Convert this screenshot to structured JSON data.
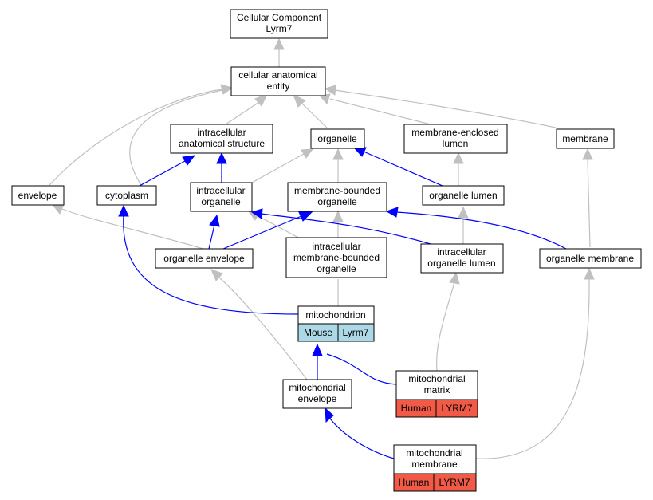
{
  "colors": {
    "gray_edge": "#c0c0c0",
    "blue_edge": "#0000ff",
    "mouse_cell": "#add8e6",
    "human_cell": "#f05a46"
  },
  "nodes": {
    "cellular_component": [
      "Cellular Component",
      "Lyrm7"
    ],
    "cellular_anatomical_entity": [
      "cellular anatomical",
      "entity"
    ],
    "intracellular_anatomical_structure": [
      "intracellular",
      "anatomical structure"
    ],
    "organelle": [
      "organelle"
    ],
    "membrane_enclosed_lumen": [
      "membrane-enclosed",
      "lumen"
    ],
    "membrane": [
      "membrane"
    ],
    "envelope": [
      "envelope"
    ],
    "cytoplasm": [
      "cytoplasm"
    ],
    "intracellular_organelle": [
      "intracellular",
      "organelle"
    ],
    "membrane_bounded_organelle": [
      "membrane-bounded",
      "organelle"
    ],
    "organelle_lumen": [
      "organelle lumen"
    ],
    "organelle_envelope": [
      "organelle envelope"
    ],
    "intracellular_membrane_bounded_organelle": [
      "intracellular",
      "membrane-bounded",
      "organelle"
    ],
    "intracellular_organelle_lumen": [
      "intracellular",
      "organelle lumen"
    ],
    "organelle_membrane": [
      "organelle membrane"
    ],
    "mitochondrion": {
      "label": [
        "mitochondrion"
      ],
      "species": "Mouse",
      "gene": "Lyrm7"
    },
    "mitochondrial_envelope": [
      "mitochondrial",
      "envelope"
    ],
    "mitochondrial_matrix": {
      "label": [
        "mitochondrial",
        "matrix"
      ],
      "species": "Human",
      "gene": "LYRM7"
    },
    "mitochondrial_membrane": {
      "label": [
        "mitochondrial",
        "membrane"
      ],
      "species": "Human",
      "gene": "LYRM7"
    }
  }
}
